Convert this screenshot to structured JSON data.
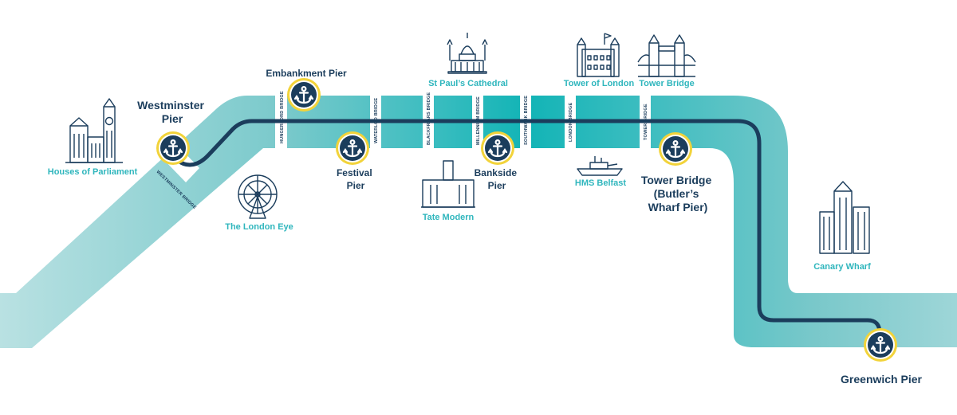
{
  "piers": {
    "westminster": [
      "Westminster",
      "Pier"
    ],
    "embankment": "Embankment Pier",
    "festival": [
      "Festival",
      "Pier"
    ],
    "bankside": [
      "Bankside",
      "Pier"
    ],
    "tower_bridge": [
      "Tower Bridge",
      "(Butler’s",
      "Wharf Pier)"
    ],
    "greenwich": "Greenwich Pier"
  },
  "bridges": {
    "westminster": "WESTMINSTER BRIDGE",
    "hungerford": "HUNGERFORD BRIDGE",
    "waterloo": "WATERLOO BRIDGE",
    "blackfriars": "BLACKFRIARS BRIDGE",
    "millennium": "MILLENNIUM BRIDGE",
    "southwark": "SOUTHWARK BRIDGE",
    "london": "LONDON BRIDGE",
    "tower": "TOWER BRIDGE"
  },
  "landmarks": {
    "houses_of_parliament": "Houses of Parliament",
    "london_eye": "The London Eye",
    "st_pauls": "St Paul’s Cathedral",
    "tate_modern": "Tate Modern",
    "tower_of_london": "Tower of London",
    "tower_bridge": "Tower Bridge",
    "hms_belfast": "HMS Belfast",
    "canary_wharf": "Canary Wharf"
  },
  "colors": {
    "river_light": "#b5dfe0",
    "river_mid": "#6ec7c9",
    "river_dark": "#13b4b6",
    "route": "#1b3d5c",
    "pier_ring": "#f2d33a",
    "label_teal": "#2fb6bd"
  },
  "icons": {
    "pier": "anchor-icon"
  }
}
